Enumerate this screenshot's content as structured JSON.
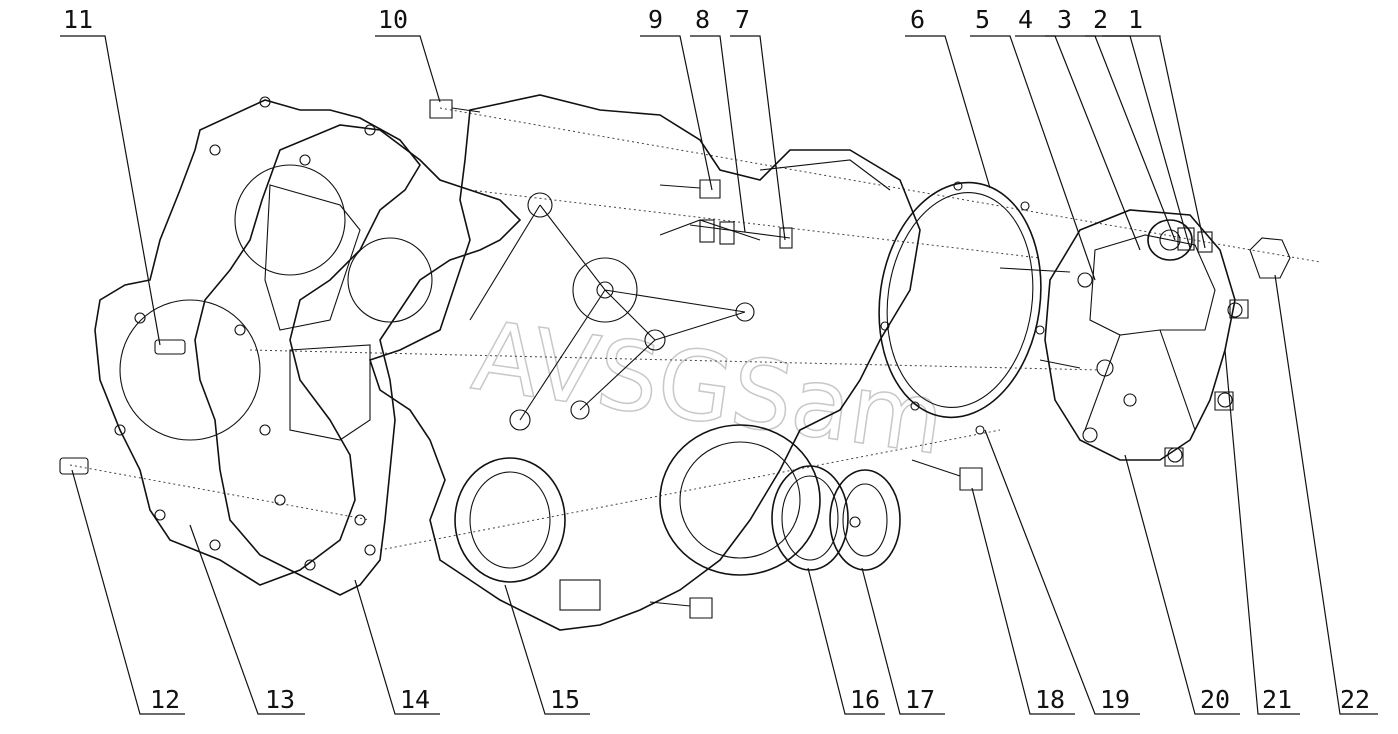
{
  "watermark": "AVSGSam",
  "callouts": [
    {
      "id": "1",
      "label": "1"
    },
    {
      "id": "2",
      "label": "2"
    },
    {
      "id": "3",
      "label": "3"
    },
    {
      "id": "4",
      "label": "4"
    },
    {
      "id": "5",
      "label": "5"
    },
    {
      "id": "6",
      "label": "6"
    },
    {
      "id": "7",
      "label": "7"
    },
    {
      "id": "8",
      "label": "8"
    },
    {
      "id": "9",
      "label": "9"
    },
    {
      "id": "10",
      "label": "10"
    },
    {
      "id": "11",
      "label": "11"
    },
    {
      "id": "12",
      "label": "12"
    },
    {
      "id": "13",
      "label": "13"
    },
    {
      "id": "14",
      "label": "14"
    },
    {
      "id": "15",
      "label": "15"
    },
    {
      "id": "16",
      "label": "16"
    },
    {
      "id": "17",
      "label": "17"
    },
    {
      "id": "18",
      "label": "18"
    },
    {
      "id": "19",
      "label": "19"
    },
    {
      "id": "20",
      "label": "20"
    },
    {
      "id": "21",
      "label": "21"
    },
    {
      "id": "22",
      "label": "22"
    }
  ]
}
